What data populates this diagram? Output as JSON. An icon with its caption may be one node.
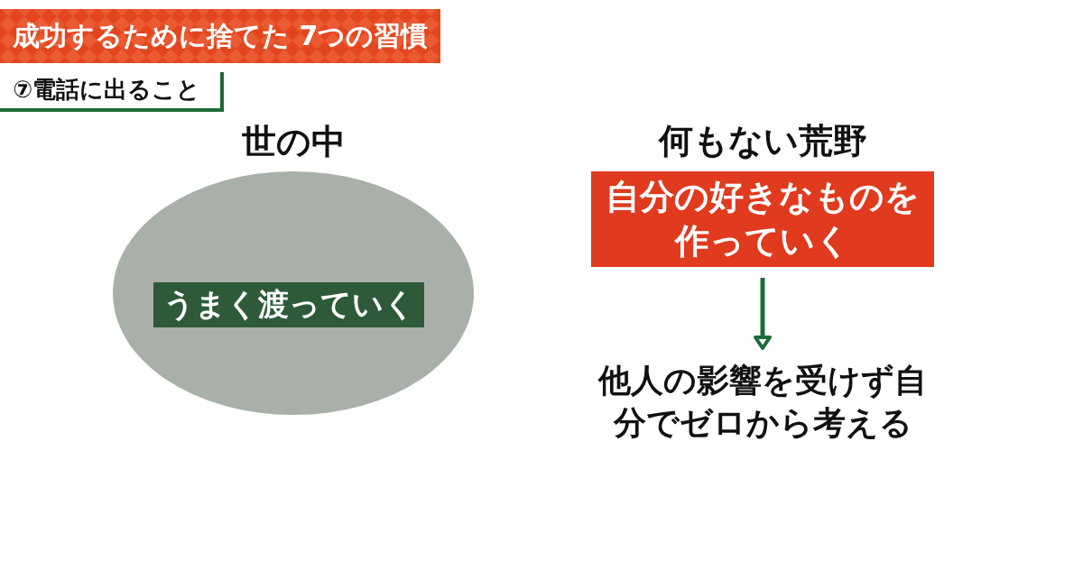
{
  "diagram": {
    "title": "成功するために捨てた 7つの習慣",
    "nodes": [
      {
        "text": [
          "世の中"
        ]
      },
      {
        "text": [
          "うまく渡っていく"
        ],
        "in": 0
      },
      {
        "text": [
          "何もない荒野",
          "自分の好きなものを作っていく"
        ]
      },
      {
        "text": [
          "他人の影響を受けず自分でゼロから考える"
        ]
      }
    ],
    "edges": [
      {
        "from": 2,
        "to": 3,
        "arrow": "to"
      }
    ],
    "labels": [
      "⑦電話に出ること"
    ]
  }
}
